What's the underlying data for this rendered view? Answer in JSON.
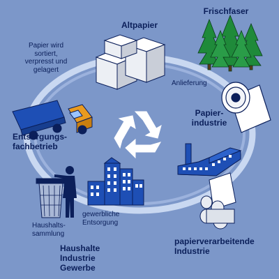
{
  "labels": {
    "altpapier": "Altpapier",
    "frischfaser": "Frischfaser",
    "papier_wird": "Papier wird\nsortiert,\nverpresst und\ngelagert",
    "anlieferung": "Anlieferung",
    "papierindustrie": "Papier-\nindustrie",
    "entsorgungs": "Entsorgungs-\nfachbetrieb",
    "gewerbliche": "gewerbliche\nEntsorgung",
    "haushaltssammlung": "Haushalts-\nsammlung",
    "haushalte": "Haushalte\nIndustrie\nGewerbe",
    "papierverarbeitende": "papierverarbeitende\nIndustrie"
  },
  "colors": {
    "background": "#7c97c9",
    "ring": "#c9d8f3",
    "icon_blue": "#1e4fb5",
    "icon_dark": "#0b1f5a",
    "tree_green": "#1f8a3a",
    "recycle_white": "#ffffff"
  },
  "icons": [
    "bales-icon",
    "trees-icon",
    "paper-roll-icon",
    "factory-icon",
    "truck-icon",
    "city-icon",
    "person-trash-icon",
    "paper-machine-icon",
    "recycle-icon"
  ]
}
